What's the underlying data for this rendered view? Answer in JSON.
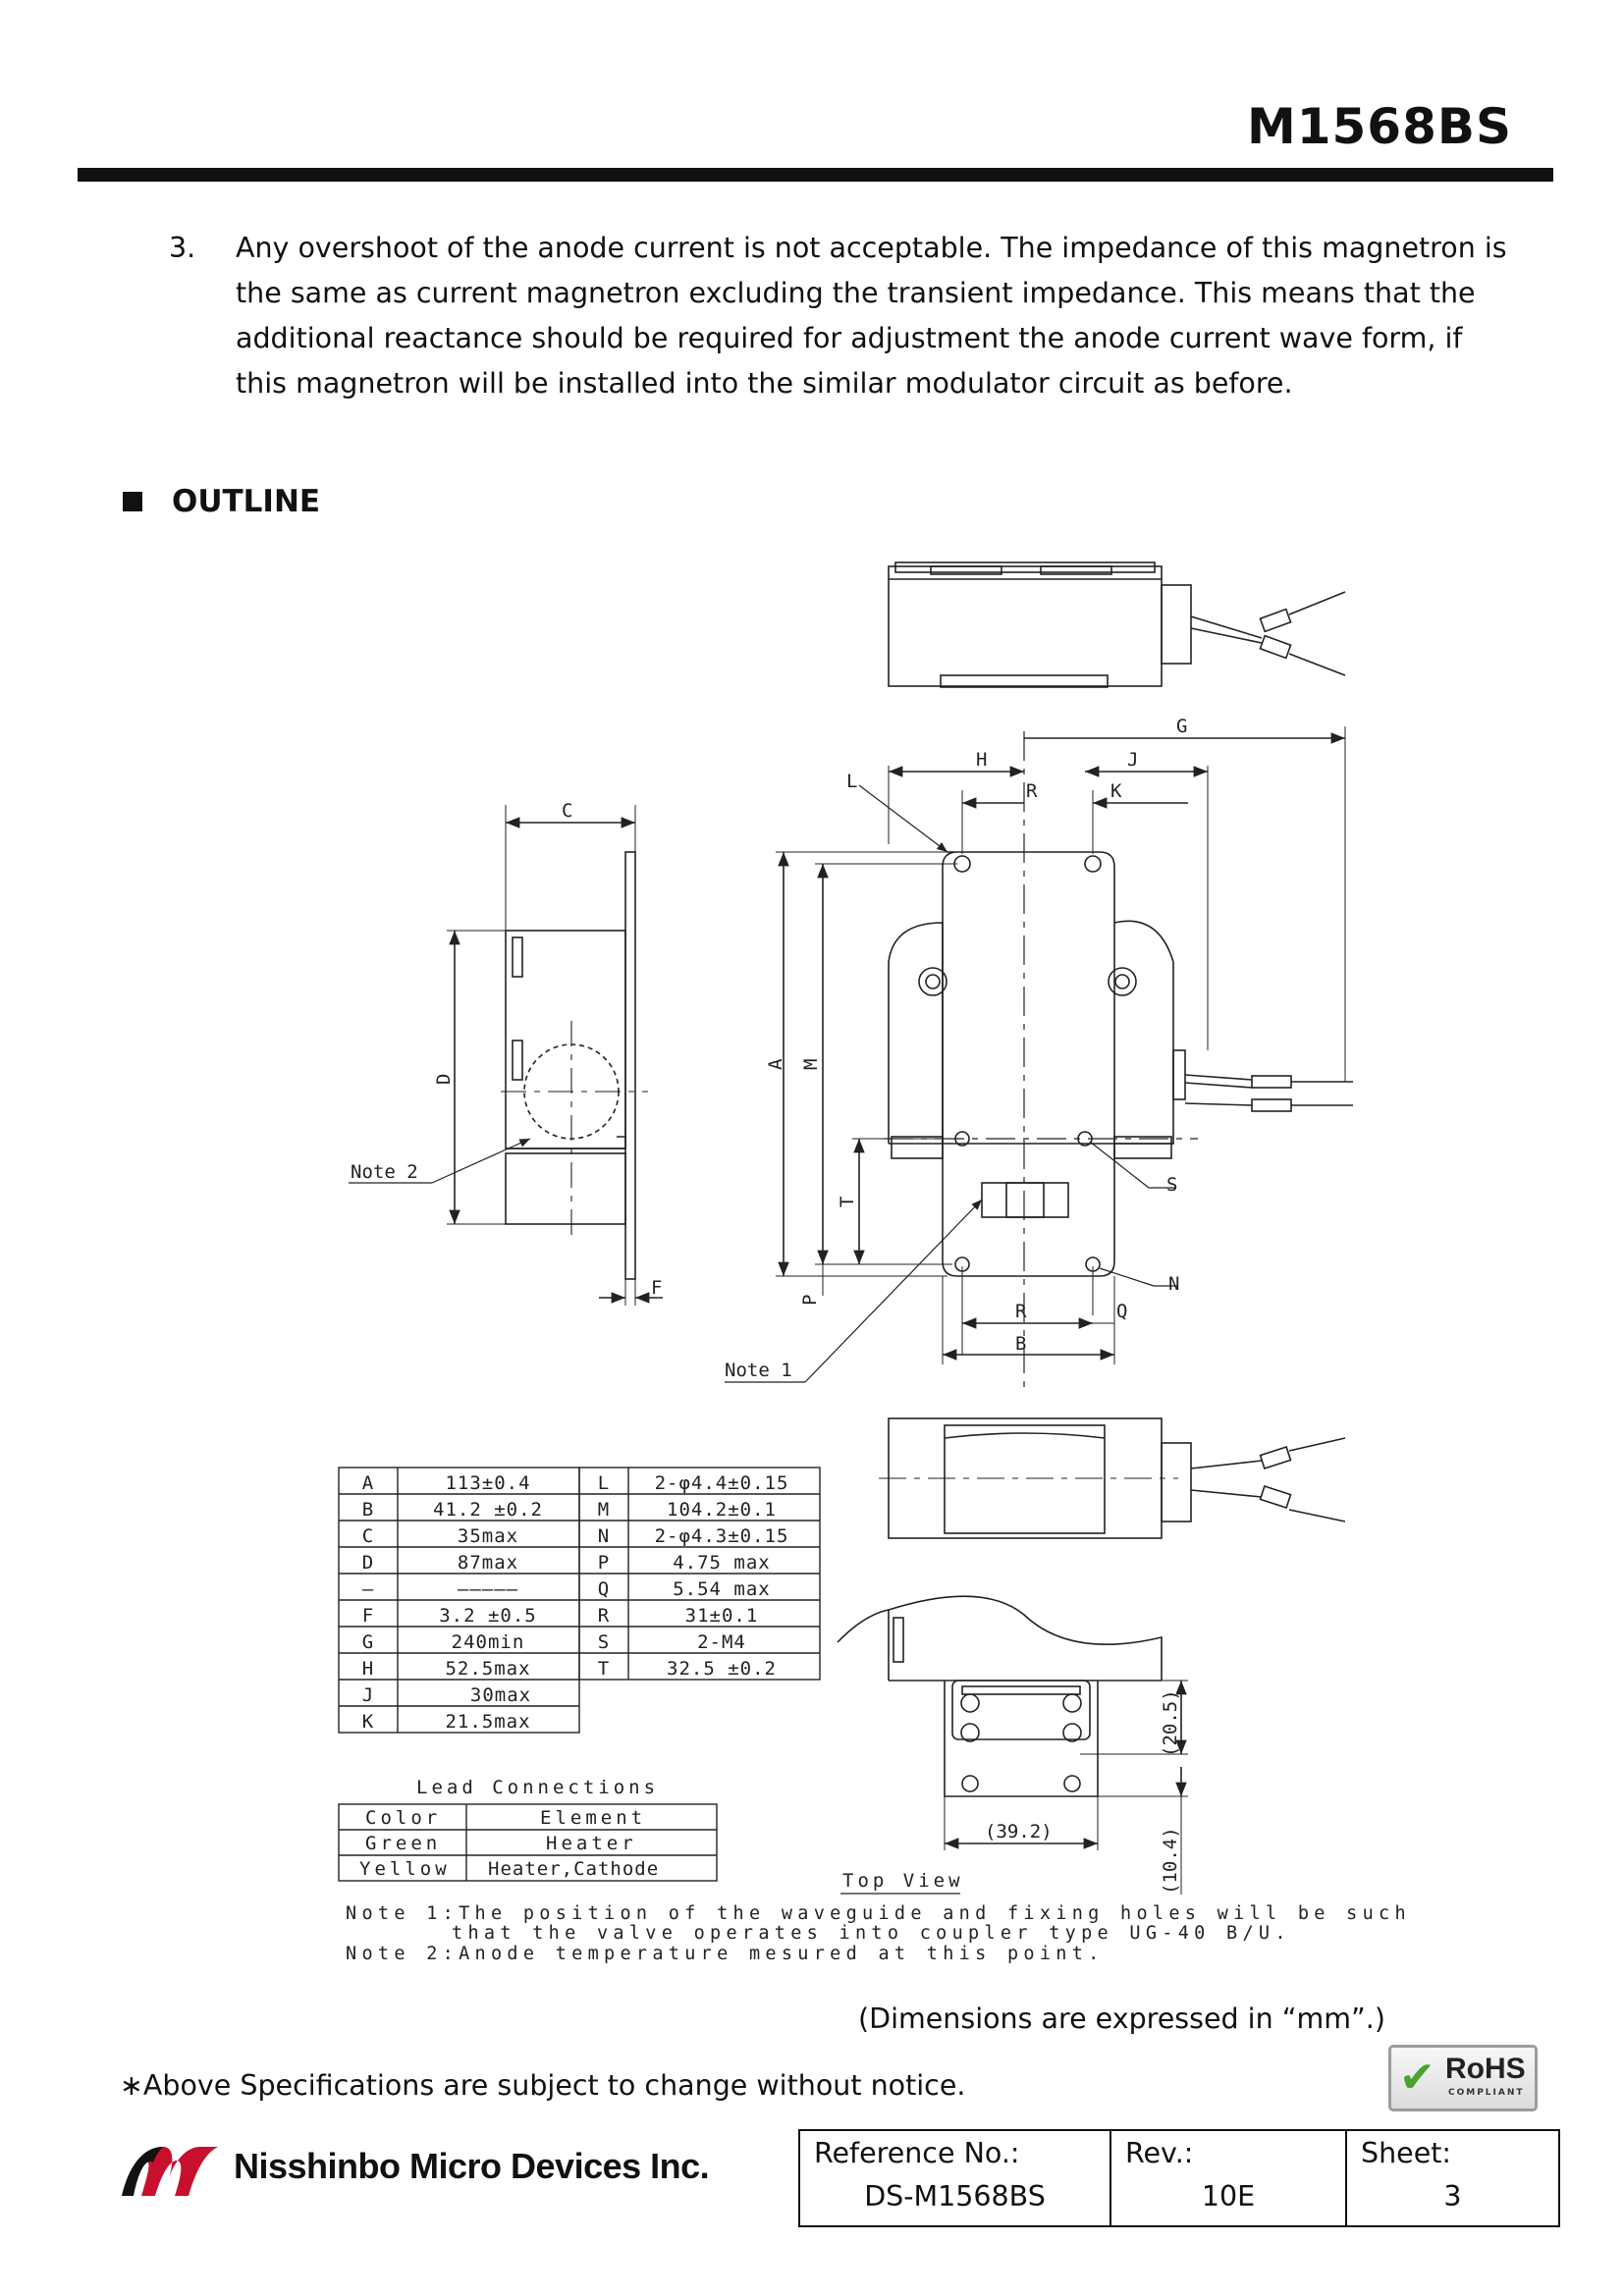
{
  "header": {
    "part_number": "M1568BS"
  },
  "note3": {
    "number": "3.",
    "text": "Any overshoot of the anode current is not acceptable. The impedance of this magnetron is the same as current magnetron excluding the transient impedance. This means that the additional reactance should be required for adjustment the anode current wave form, if this magnetron will be installed into the similar modulator circuit as before."
  },
  "outline": {
    "heading": "OUTLINE"
  },
  "drawing": {
    "dim_labels": {
      "A": "A",
      "B": "B",
      "C": "C",
      "D": "D",
      "F": "F",
      "G": "G",
      "H": "H",
      "J": "J",
      "K": "K",
      "L": "L",
      "M": "M",
      "N": "N",
      "P": "P",
      "Q": "Q",
      "R": "R",
      "S": "S",
      "T": "T"
    },
    "note1_label": "Note 1",
    "note2_label": "Note 2",
    "top_view_label": "Top View",
    "dim_20_5": "(20.5)",
    "dim_39_2": "(39.2)",
    "dim_10_4": "(10.4)"
  },
  "dimensions_table": {
    "left": [
      {
        "key": "A",
        "value": "113±0.4"
      },
      {
        "key": "B",
        "value": "41.2 ±0.2"
      },
      {
        "key": "C",
        "value": "35max"
      },
      {
        "key": "D",
        "value": "87max"
      },
      {
        "key": "—",
        "value": "―――――"
      },
      {
        "key": "F",
        "value": "3.2 ±0.5"
      },
      {
        "key": "G",
        "value": "240min"
      },
      {
        "key": "H",
        "value": "52.5max"
      },
      {
        "key": "J",
        "value": "30max"
      },
      {
        "key": "K",
        "value": "21.5max"
      }
    ],
    "right": [
      {
        "key": "L",
        "value": "2-φ4.4±0.15"
      },
      {
        "key": "M",
        "value": "104.2±0.1"
      },
      {
        "key": "N",
        "value": "2-φ4.3±0.15"
      },
      {
        "key": "P",
        "value": "4.75 max"
      },
      {
        "key": "Q",
        "value": "5.54 max"
      },
      {
        "key": "R",
        "value": "31±0.1"
      },
      {
        "key": "S",
        "value": "2-M4"
      },
      {
        "key": "T",
        "value": "32.5 ±0.2"
      }
    ]
  },
  "lead_connections": {
    "title": "Lead Connections",
    "headers": [
      "Color",
      "Element"
    ],
    "rows": [
      {
        "color": "Green",
        "element": "Heater"
      },
      {
        "color": "Yellow",
        "element": "Heater,Cathode"
      }
    ]
  },
  "notes": {
    "note1_line1": "Note 1:The position of the waveguide and fixing holes will be such",
    "note1_line2": "that the valve operates into coupler type UG-40 B/U.",
    "note2": "Note 2:Anode temperature mesured at this point."
  },
  "dimensions_note": "(Dimensions are expressed in “mm”.)",
  "change_note": "∗Above Specifications are subject to change without notice.",
  "rohs": {
    "title": "RoHS",
    "subtitle": "COMPLIANT"
  },
  "company": {
    "name": "Nisshinbo Micro Devices Inc."
  },
  "reference": {
    "ref_label": "Reference No.:",
    "ref_value": "DS-M1568BS",
    "rev_label": "Rev.:",
    "rev_value": "10E",
    "sheet_label": "Sheet:",
    "sheet_value": "3"
  }
}
